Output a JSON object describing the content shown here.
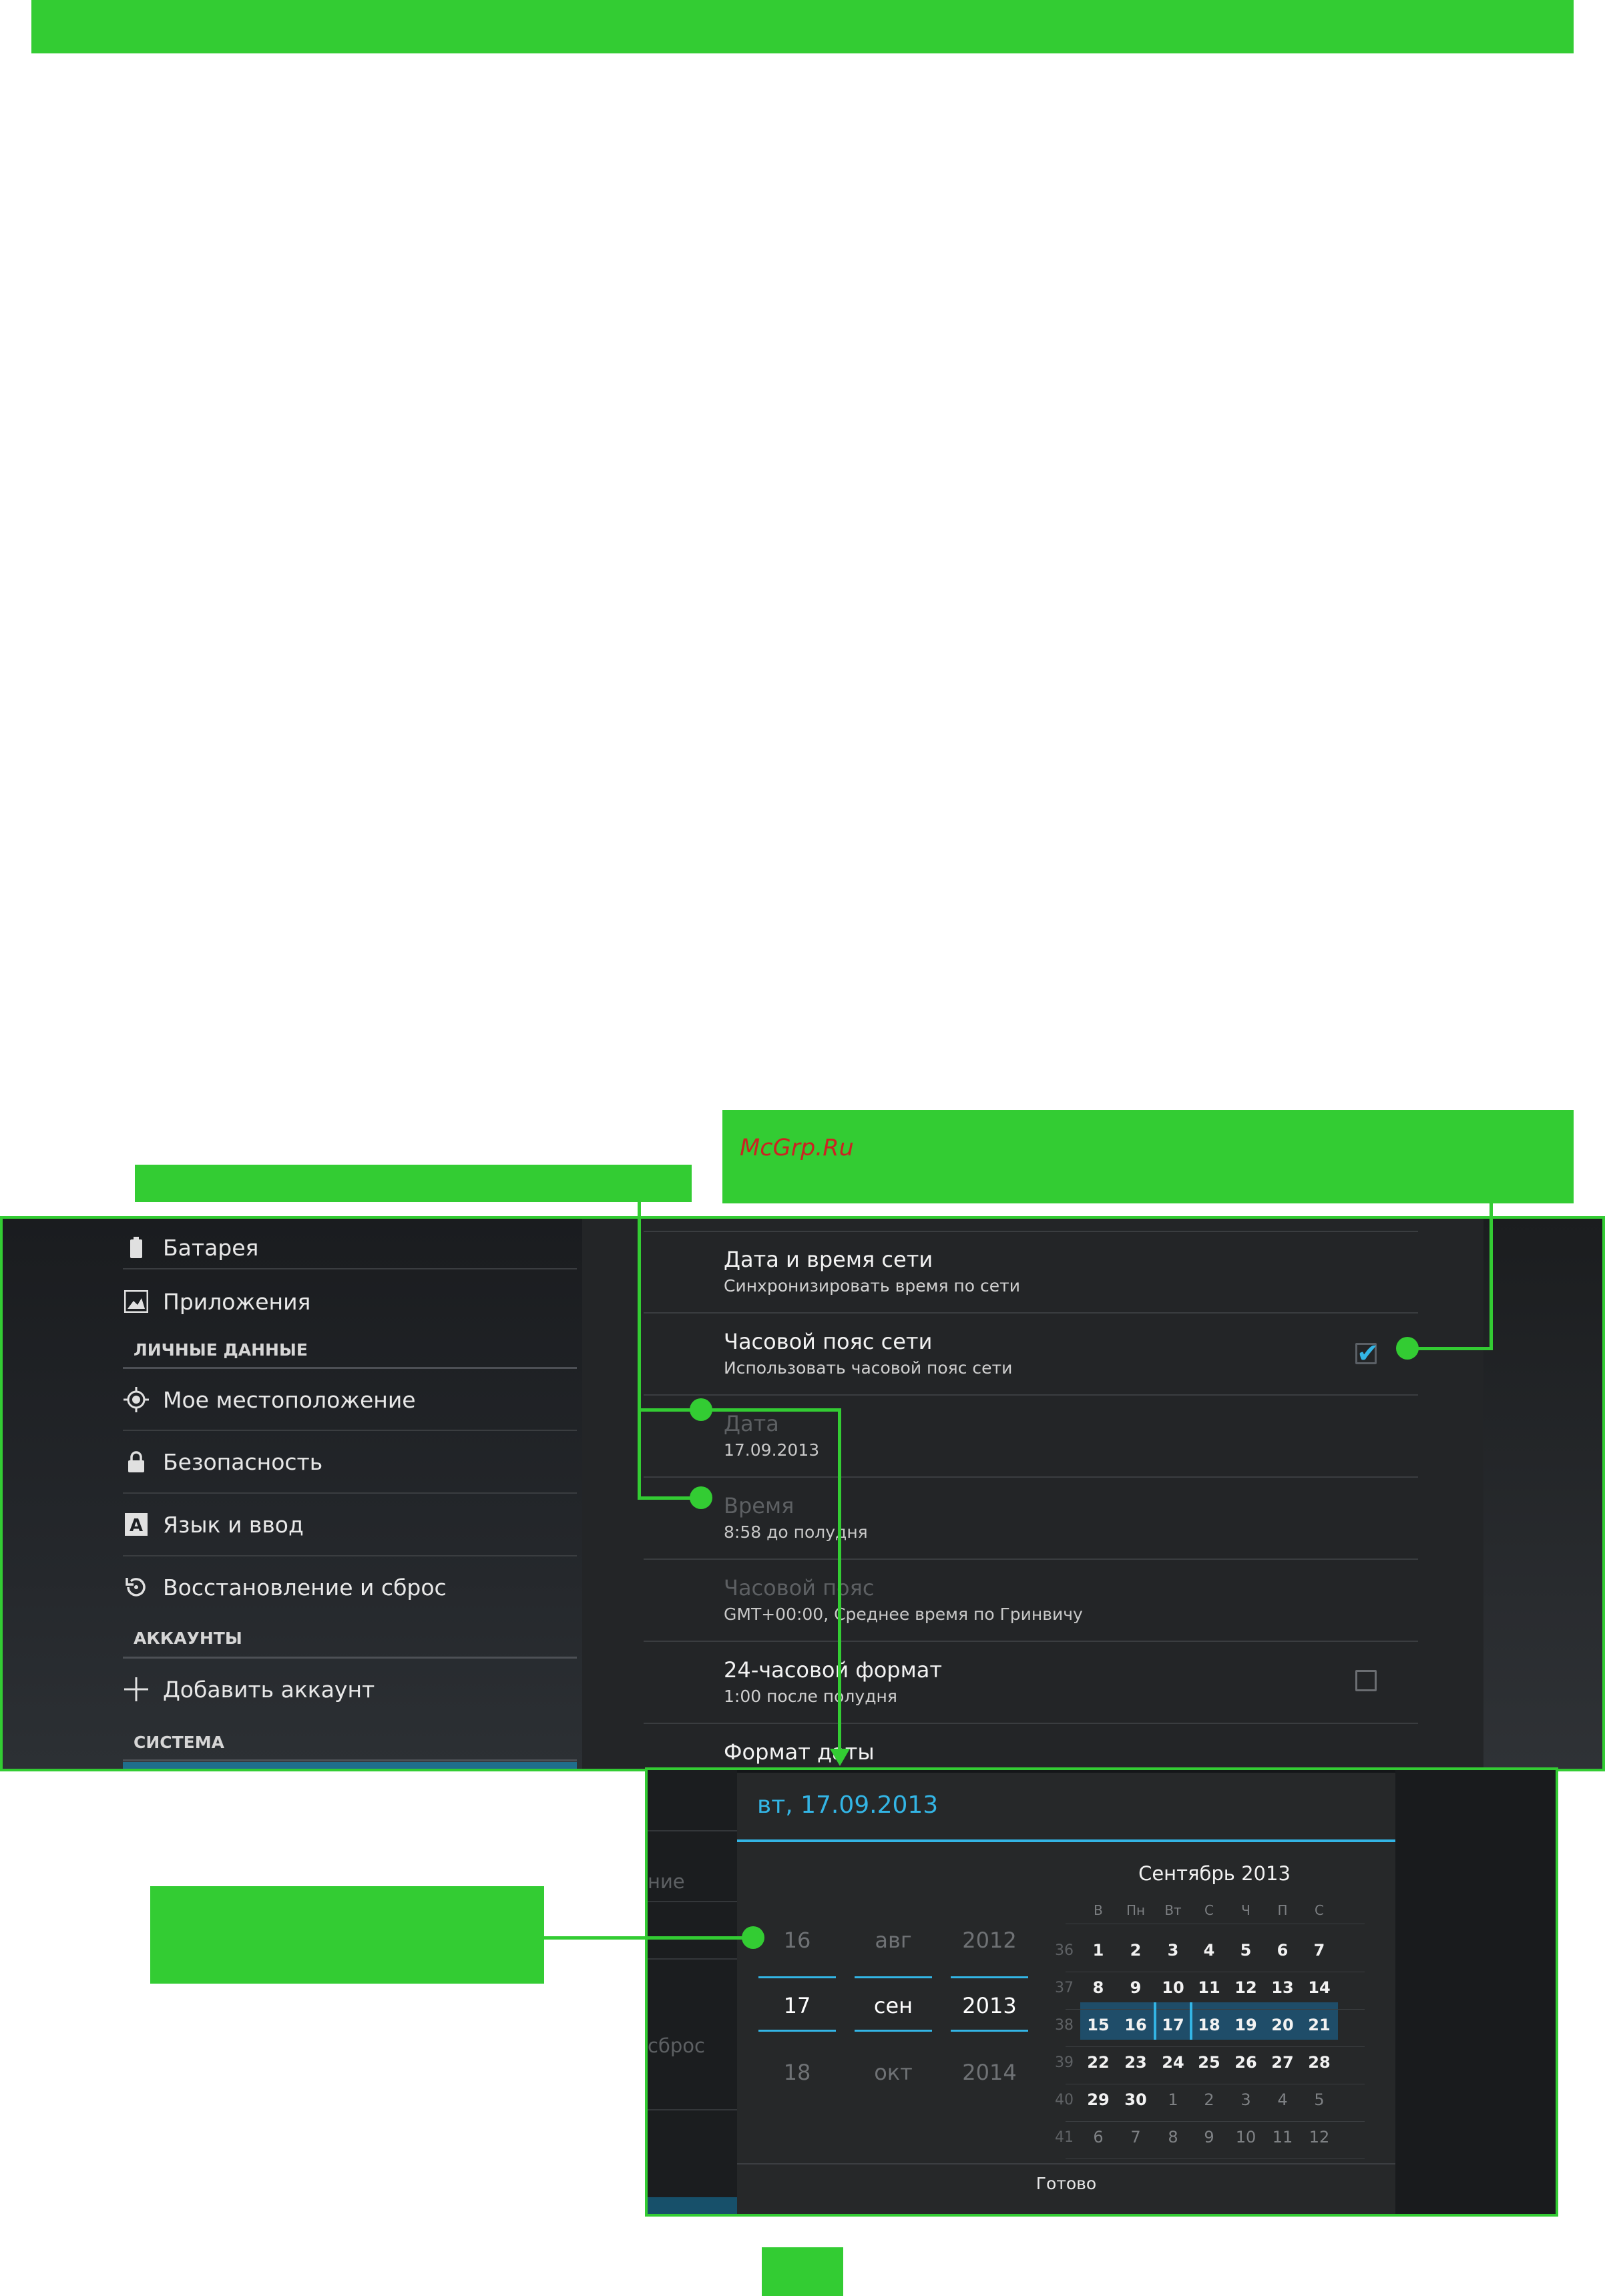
{
  "watermark": "McGrp.Ru",
  "sidebar": {
    "items_top": [
      {
        "label": "Батарея",
        "icon": "battery-icon"
      },
      {
        "label": "Приложения",
        "icon": "apps-icon"
      }
    ],
    "section_personal": "ЛИЧНЫЕ ДАННЫЕ",
    "items_personal": [
      {
        "label": "Мое местоположение",
        "icon": "location-icon"
      },
      {
        "label": "Безопасность",
        "icon": "lock-icon"
      },
      {
        "label": "Язык и ввод",
        "icon": "keyboard-icon"
      },
      {
        "label": "Восстановление и сброс",
        "icon": "restore-icon"
      }
    ],
    "section_accounts": "АККАУНТЫ",
    "add_account": {
      "label": "Добавить аккаунт",
      "icon": "plus-icon"
    },
    "section_system": "СИСТЕМА"
  },
  "prefs": {
    "network_time": {
      "title": "Дата и время сети",
      "summary": "Синхронизировать время по сети"
    },
    "network_tz": {
      "title": "Часовой пояс сети",
      "summary": "Использовать часовой пояс сети",
      "checked": true
    },
    "date": {
      "title": "Дата",
      "summary": "17.09.2013"
    },
    "time": {
      "title": "Время",
      "summary": "8:58 до полудня"
    },
    "timezone": {
      "title": "Часовой пояс",
      "summary": "GMT+00:00, Среднее время по Гринвичу"
    },
    "format24": {
      "title": "24-часовой формат",
      "summary": "1:00 после полудня",
      "checked": false
    },
    "date_format": {
      "title": "Формат даты"
    }
  },
  "dialog": {
    "title": "вт, 17.09.2013",
    "spinner": {
      "day": {
        "prev": "16",
        "cur": "17",
        "next": "18"
      },
      "month": {
        "prev": "авг",
        "cur": "сен",
        "next": "окт"
      },
      "year": {
        "prev": "2012",
        "cur": "2013",
        "next": "2014"
      }
    },
    "calendar": {
      "title": "Сентябрь 2013",
      "weekdays": [
        "В",
        "Пн",
        "Вт",
        "С",
        "Ч",
        "П",
        "С"
      ],
      "weeks": [
        {
          "num": "36",
          "days": [
            "1",
            "2",
            "3",
            "4",
            "5",
            "6",
            "7"
          ]
        },
        {
          "num": "37",
          "days": [
            "8",
            "9",
            "10",
            "11",
            "12",
            "13",
            "14"
          ]
        },
        {
          "num": "38",
          "days": [
            "15",
            "16",
            "17",
            "18",
            "19",
            "20",
            "21"
          ]
        },
        {
          "num": "39",
          "days": [
            "22",
            "23",
            "24",
            "25",
            "26",
            "27",
            "28"
          ]
        },
        {
          "num": "40",
          "days": [
            "29",
            "30",
            "1",
            "2",
            "3",
            "4",
            "5"
          ]
        },
        {
          "num": "41",
          "days": [
            "6",
            "7",
            "8",
            "9",
            "10",
            "11",
            "12"
          ]
        }
      ],
      "selected_day": "17"
    },
    "done": "Готово"
  },
  "background_fragments": {
    "frag1": "ние",
    "frag2": "сброс"
  },
  "colors": {
    "callout_green": "#33cc33",
    "accent_blue": "#33b5e5",
    "watermark_red": "#cc2222"
  }
}
